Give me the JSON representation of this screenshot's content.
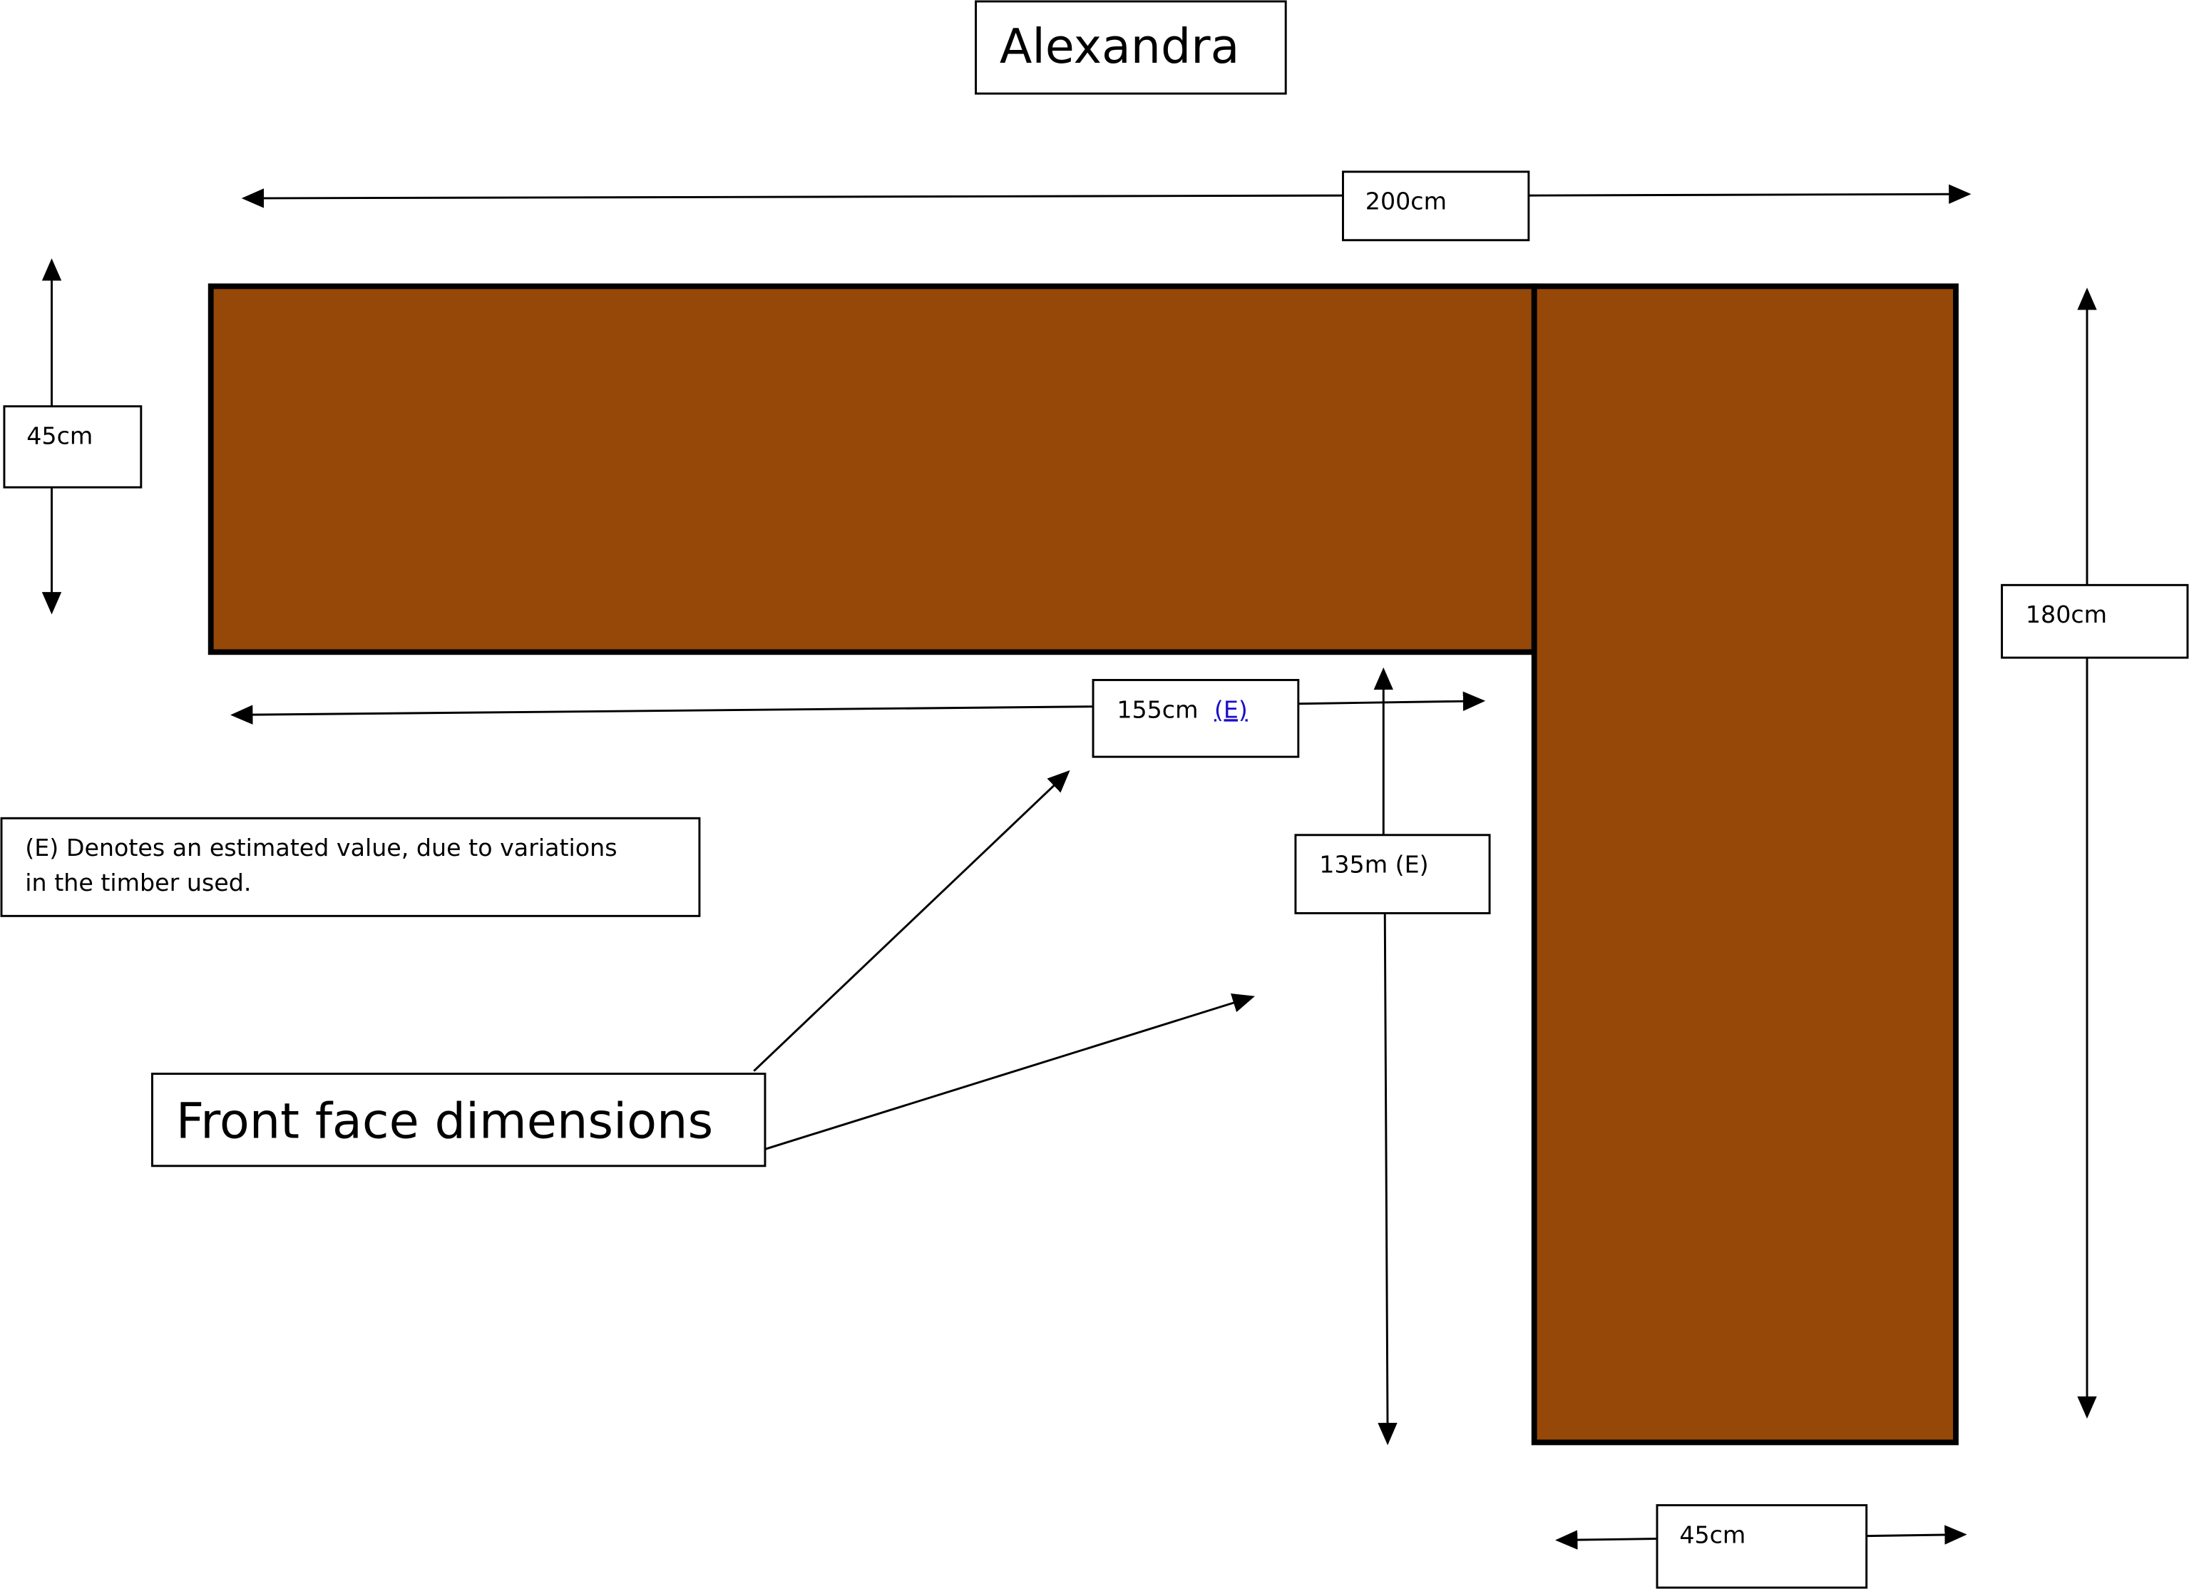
{
  "title": "Alexandra",
  "colors": {
    "timber": "#964808",
    "outline": "#000000",
    "link": "#1a0dcc"
  },
  "dimensions": {
    "total_width": "200cm",
    "left_depth": "45cm",
    "total_height": "180cm",
    "front_width": "155cm",
    "front_width_flag": "(E)",
    "front_height": "135m (E)",
    "bottom_depth": "45cm"
  },
  "note": {
    "line1": "(E) Denotes an estimated value, due to variations",
    "line2": "in the timber used."
  },
  "callout": "Front face dimensions"
}
